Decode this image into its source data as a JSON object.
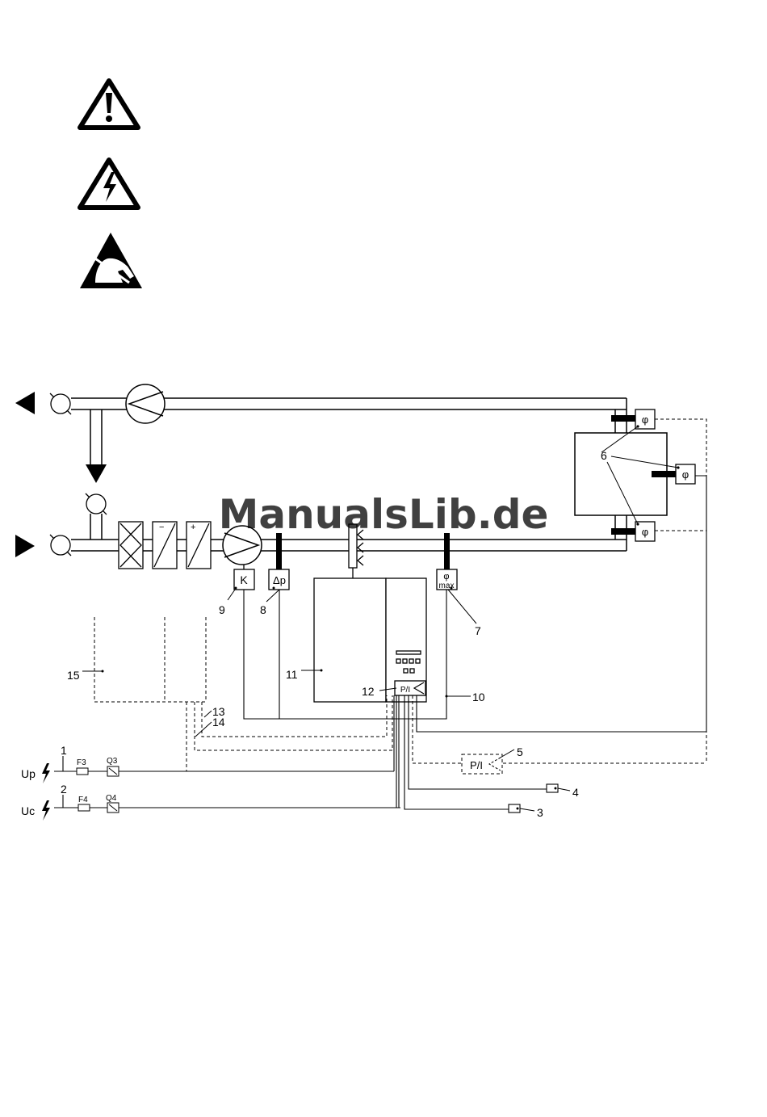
{
  "watermark": "ManualsLib.de",
  "colors": {
    "line": "#000000",
    "watermark": "#a9c6f2"
  },
  "icons": [
    "warning-exclamation-icon",
    "high-voltage-icon",
    "esd-sensitive-icon"
  ],
  "sensors": {
    "phi": "φ",
    "phi_max_top": "φ",
    "phi_max_bottom": "max",
    "dp": "Δp",
    "k": "K",
    "pi": "P/I"
  },
  "callouts": [
    "1",
    "2",
    "3",
    "4",
    "5",
    "6",
    "7",
    "8",
    "9",
    "10",
    "11",
    "12",
    "13",
    "14",
    "15"
  ],
  "supply": {
    "up": "Up",
    "uc": "Uc",
    "fuse_up": "F3",
    "fuse_uc": "F4",
    "switch_up": "Q3",
    "switch_uc": "Q4"
  },
  "coils": {
    "cool": "−",
    "heat": "+"
  }
}
